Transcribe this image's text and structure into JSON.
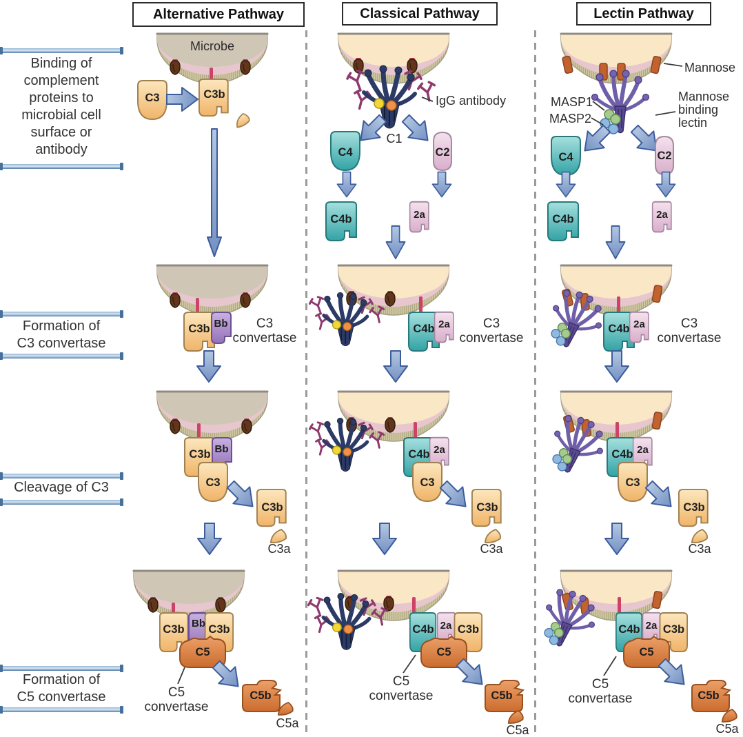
{
  "headers": {
    "alternative": "Alternative Pathway",
    "classical": "Classical Pathway",
    "lectin": "Lectin Pathway"
  },
  "row_labels": {
    "binding": "Binding of complement proteins to microbial cell surface or antibody",
    "formation_c3": "Formation of C3 convertase",
    "cleavage_c3": "Cleavage of C3",
    "formation_c5": "Formation of C5 convertase"
  },
  "molecules": {
    "microbe": "Microbe",
    "c1": "C1",
    "c2": "C2",
    "c2a": "2a",
    "c3": "C3",
    "c3a": "C3a",
    "c3b": "C3b",
    "c4": "C4",
    "c4b": "C4b",
    "c5": "C5",
    "c5a": "C5a",
    "c5b": "C5b",
    "bb": "Bb"
  },
  "annotations": {
    "igg_antibody": "IgG antibody",
    "mannose": "Mannose",
    "masp1": "MASP1",
    "masp2": "MASP2",
    "mbl": "Mannose binding lectin",
    "c3_convertase": "C3 convertase",
    "c5_convertase": "C5 convertase"
  },
  "colors": {
    "c3_family": "#F0B468",
    "c4_family": "#33A3A5",
    "c2_family": "#D9AECB",
    "bb_color": "#9472BA",
    "c5_family": "#CC6C2E",
    "arrow": "#7390C2",
    "membrane_microbe": "#CFC6B6",
    "membrane_cream": "#FAE7C5",
    "membrane_pink": "#E7C6CE",
    "membrane_fuzz": "#CBC49E",
    "igg": "#8E3A6E",
    "c1_color": "#2C3A66",
    "mbl_color": "#7463AE",
    "masp1_color": "#A5CB8F",
    "masp2_color": "#8FB9DE",
    "mannose_color": "#C2622F",
    "stalk": "#CC4368",
    "label_bar": "#527CA8"
  }
}
